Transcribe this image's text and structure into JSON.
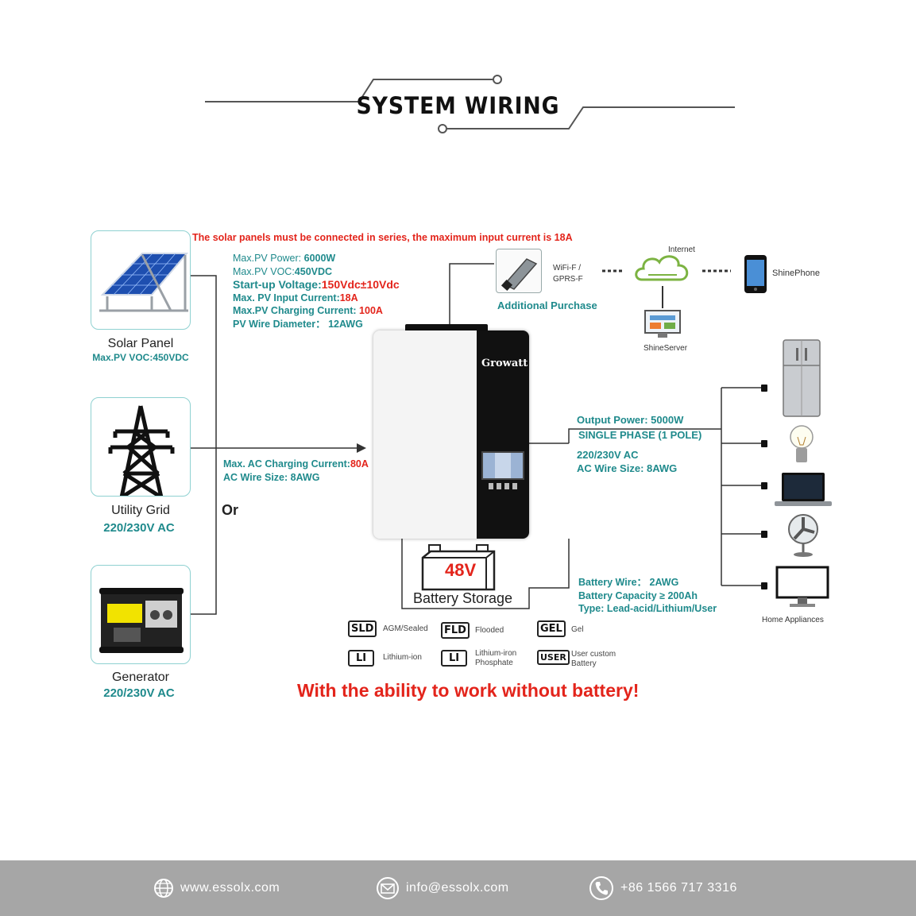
{
  "header": {
    "title": "SYSTEM WIRING"
  },
  "warning": "The solar panels must be connected in series, the maximum input current is 18A",
  "sources": [
    {
      "label": "Solar Panel",
      "sub": "Max.PV VOC:450VDC"
    },
    {
      "label": "Utility Grid",
      "sub": "220/230V AC"
    },
    {
      "label": "Generator",
      "sub": "220/230V AC"
    }
  ],
  "or_label": "Or",
  "pv_specs": {
    "power_label": "Max.PV Power: ",
    "power_value": "6000W",
    "voc_label": "Max.PV VOC:",
    "voc_value": "450VDC",
    "startup_label": "Start-up Voltage:",
    "startup_value": "150Vdc±10Vdc",
    "input_label": "Max. PV Input Current:",
    "input_value": "18A",
    "charging_label": "Max.PV Charging Current: ",
    "charging_value": "100A",
    "wire": "PV Wire Diameter： 12AWG"
  },
  "ac_specs": {
    "charging_label": "Max. AC Charging Current:",
    "charging_value": "80A",
    "wire": "AC Wire Size: 8AWG"
  },
  "inverter": {
    "brand": "Growatt"
  },
  "monitoring": {
    "wifi": "WiFi-F /",
    "gprs": "GPRS-F",
    "additional": "Additional Purchase",
    "internet": "Internet",
    "phone": "ShinePhone",
    "server": "ShineServer"
  },
  "output": {
    "power": "Output Power: 5000W",
    "phase": "SINGLE PHASE (1 POLE)",
    "voltage": "220/230V AC",
    "wire": "AC Wire Size: 8AWG"
  },
  "battery": {
    "voltage": "48V",
    "label": "Battery Storage",
    "wire": "Battery Wire： 2AWG",
    "capacity": "Battery Capacity ≥ 200Ah",
    "type": "Type: Lead-acid/Lithium/User"
  },
  "appliances_label": "Home Appliances",
  "battery_types": [
    {
      "code": "SLD",
      "desc": "AGM/Sealed"
    },
    {
      "code": "FLD",
      "desc": "Flooded"
    },
    {
      "code": "GEL",
      "desc": "Gel"
    },
    {
      "code": "LI",
      "desc": "Lithium-ion"
    },
    {
      "code": "LI",
      "desc": "Lithium-iron Phosphate"
    },
    {
      "code": "USER",
      "desc": "User custom Battery"
    }
  ],
  "tagline": "With the ability to work without battery!",
  "footer": {
    "website": "www.essolx.com",
    "email": "info@essolx.com",
    "phone": "+86 1566 717 3316"
  },
  "colors": {
    "teal": "#1f8a8c",
    "red": "#e3241b",
    "footer_bg": "#a6a6a6"
  }
}
